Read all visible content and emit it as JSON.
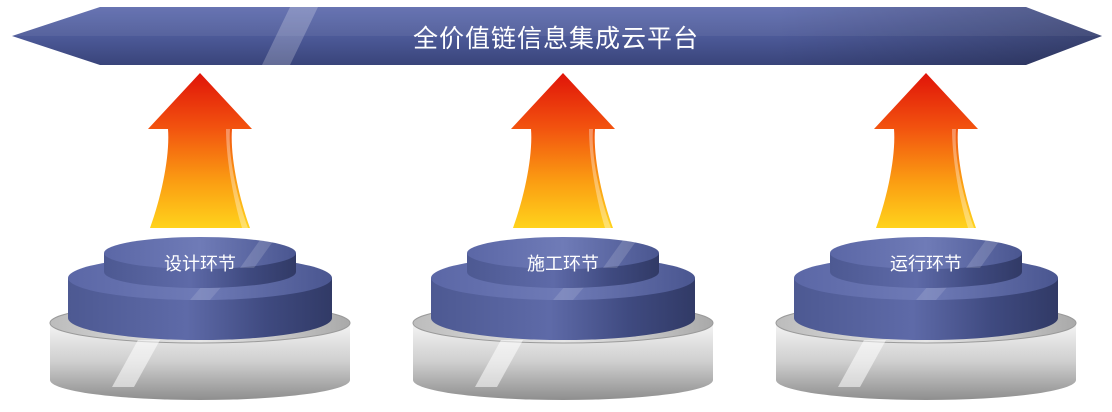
{
  "banner": {
    "title": "全价值链信息集成云平台"
  },
  "stages": [
    {
      "label": "设计环节"
    },
    {
      "label": "施工环节"
    },
    {
      "label": "运行环节"
    }
  ],
  "colors": {
    "banner_dark": "#3a4578",
    "banner_light": "#6673b0",
    "arrow_top": "#e21a0c",
    "arrow_bottom": "#ffd21a",
    "disc_dark": "#3b4577",
    "disc_light": "#6875b0",
    "base_silver": "#d6d6d6"
  }
}
